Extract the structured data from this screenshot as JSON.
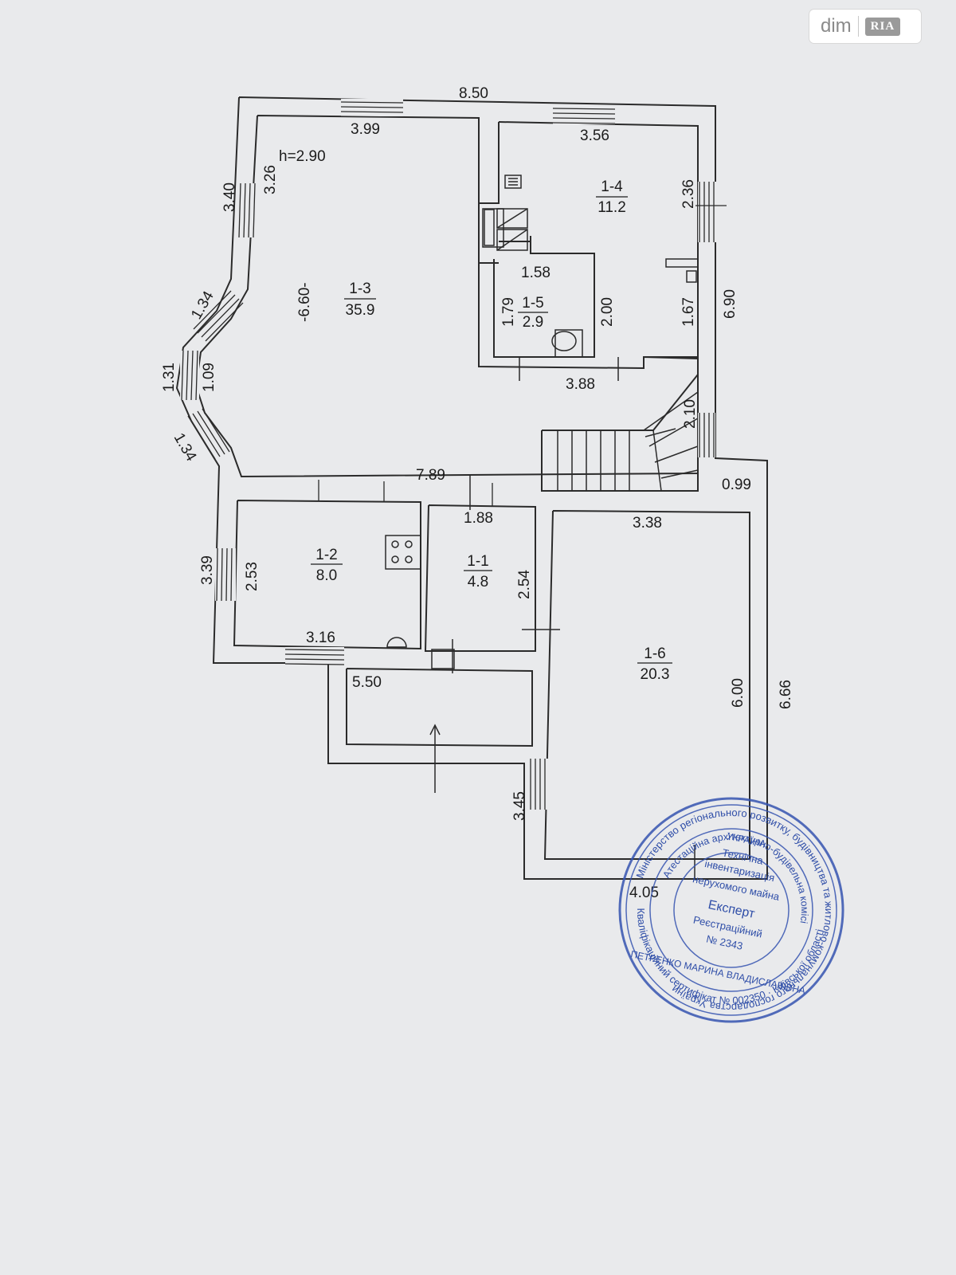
{
  "logo": {
    "site": "dim",
    "brand": "RIA"
  },
  "ceiling_height": "h=2.90",
  "rooms": [
    {
      "id": "1-1",
      "area": "4.8"
    },
    {
      "id": "1-2",
      "area": "8.0"
    },
    {
      "id": "1-3",
      "area": "35.9"
    },
    {
      "id": "1-4",
      "area": "11.2"
    },
    {
      "id": "1-5",
      "area": "2.9"
    },
    {
      "id": "1-6",
      "area": "20.3"
    }
  ],
  "dimensions": {
    "top_overall": "8.50",
    "room13_top": "3.99",
    "room14_top": "3.56",
    "room13_left_outer": "3.40",
    "room13_left_inner": "3.26",
    "room14_right": "2.36",
    "room13_height": "-6.60-",
    "bay_upper": "1.34",
    "bay_middle_outer": "1.31",
    "bay_middle_inner": "1.09",
    "bay_lower": "1.34",
    "room15_top": "1.58",
    "room15_left": "1.79",
    "room15_right": "2.00",
    "corridor_right": "1.67",
    "right_outer_upper": "6.90",
    "corridor_bottom": "3.88",
    "stair": "2.10",
    "middle_wall": "7.89",
    "right_step": "0.99",
    "room11_top": "1.88",
    "room16_top": "3.38",
    "room12_left_outer": "3.39",
    "room12_left_inner": "2.53",
    "room11_right": "2.54",
    "room12_bottom": "3.16",
    "porch_top": "5.50",
    "room16_height": "6.00",
    "right_outer_lower": "6.66",
    "room16_left_outer": "3.45",
    "bottom": "4.05"
  },
  "stamp": {
    "outer_ring_top": "Міністерство регіонального розвитку, будівництва та житлово-комунального господарства України",
    "outer_ring_mid": "Атестаційна архітектурно-будівельна комісія",
    "inner_ring": "ПЕТРЕНКО МАРИНА ВЛАДИСЛАВІВНА",
    "bottom_ring": "Кваліфікаційний сертифікат № 002350 · Київської області",
    "country": "УКРАЇНА",
    "line1": "Технічна",
    "line2": "інвентаризація",
    "line3": "нерухомого майна",
    "line4": "Експерт",
    "line5": "Реєстраційний",
    "line6": "№ 2343"
  }
}
